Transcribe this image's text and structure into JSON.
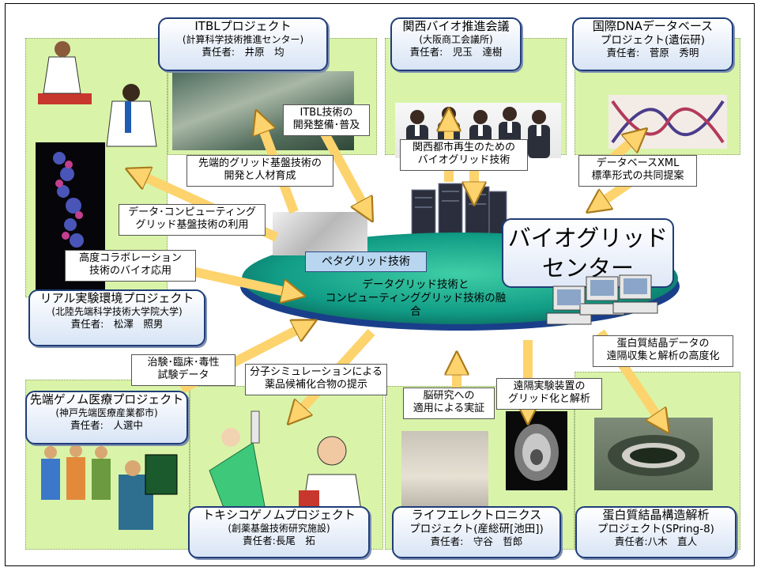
{
  "projects": {
    "itbl": {
      "title": "ITBLプロジェクト",
      "sub": "(計算科学技術推進センター)",
      "resp": "責任者:　井原　均"
    },
    "kansai": {
      "title": "関西バイオ推進会議",
      "sub": "(大阪商工会議所)",
      "resp": "責任者:　児玉　達樹"
    },
    "dna": {
      "title": "国際DNAデータベース",
      "sub": "プロジェクト(遺伝研)",
      "resp": "責任者:　菅原　秀明"
    },
    "real": {
      "title": "リアル実験環境プロジェクト",
      "sub": "(北陸先端科学技術大学院大学)",
      "resp": "責任者:　松澤　照男"
    },
    "genome": {
      "title": "先端ゲノム医療プロジェクト",
      "sub": "(神戸先端医療産業都市)",
      "resp": "責任者:　人選中"
    },
    "toxico": {
      "title": "トキシコゲノムプロジェクト",
      "sub": "(創薬基盤技術研究施設)",
      "resp": "責任者:長尾　拓"
    },
    "life": {
      "title": "ライフエレクトロニクス",
      "sub": "プロジェクト(産総研[池田])",
      "resp": "責任者:　守谷　哲郎"
    },
    "protein": {
      "title": "蛋白質結晶構造解析",
      "sub": "プロジェクト(SPring-8)",
      "resp": "責任者:八木　直人"
    }
  },
  "center": {
    "line1": "バイオグリッド",
    "line2": "センター"
  },
  "peta": "ペタグリッド技術",
  "fusion": {
    "line1": "データグリッド技術と",
    "line2": "コンピューティンググリッド技術の融合"
  },
  "labels": {
    "itbl_dev": [
      "ITBL技術の",
      "開発整備･普及"
    ],
    "senta": [
      "先端的グリッド基盤技術の",
      "開発と人材育成"
    ],
    "kansai_bio": [
      "関西都市再生のための",
      "バイオグリッド技術"
    ],
    "dbxml": [
      "データベースXML",
      "標準形式の共同提案"
    ],
    "dcgrid": [
      "データ･コンピューティング",
      "グリッド基盤技術の利用"
    ],
    "collab": [
      "高度コラボレーション",
      "技術のバイオ応用"
    ],
    "chiken": [
      "治験･臨床･毒性",
      "試験データ"
    ],
    "bunshi": [
      "分子シミュレーションによる",
      "薬品候補化合物の提示"
    ],
    "nou": [
      "脳研究への",
      "適用による実証"
    ],
    "enkaku": [
      "遠隔実験装置の",
      "グリッド化と解析"
    ],
    "tanpaku": [
      "蛋白質結晶データの",
      "遠隔収集と解析の高度化"
    ]
  }
}
